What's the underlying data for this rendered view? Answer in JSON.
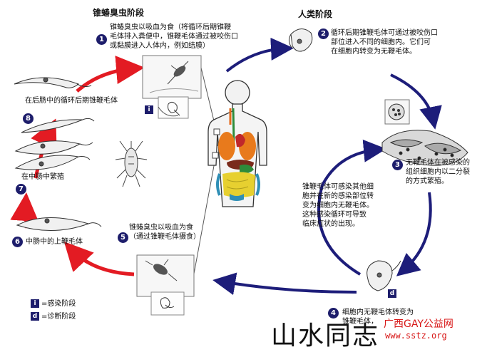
{
  "headers": {
    "bug_stages": "锥蝽臭虫阶段",
    "human_stages": "人类阶段"
  },
  "steps": [
    {
      "num": "1",
      "text": "锥蝽臭虫以吸血为食（将循环后期锥鞭毛体排入粪便中，锥鞭毛体通过被咬伤口或黏膜进入人体内，例如结膜）",
      "lines": [
        "锥蝽臭虫以吸血为食（将循环后期锥鞭",
        "毛体排入粪便中，锥鞭毛体通过被咬伤口",
        "或黏膜进入人体内，例如结膜）"
      ]
    },
    {
      "num": "2",
      "text": "循环后期锥鞭毛体可通过被咬伤口部位进入不同的细胞内。它们可在细胞内转变为无鞭毛体。",
      "lines": [
        "循环后期锥鞭毛体可通过被咬伤口",
        "部位进入不同的细胞内。它们可",
        "在细胞内转变为无鞭毛体。"
      ]
    },
    {
      "num": "3",
      "text": "无鞭毛体在被感染的组织细胞内以二分裂的方式繁殖。",
      "lines": [
        "无鞭毛体在被感染的",
        "组织细胞内以二分裂",
        "的方式繁殖。"
      ]
    },
    {
      "num": "4",
      "text": "细胞内无鞭毛体转变为锥鞭毛体，",
      "lines": [
        "细胞内无鞭毛体转变为",
        "锥鞭毛体，"
      ]
    },
    {
      "num": "5",
      "text": "锥蝽臭虫以吸血为食（通过锥鞭毛体摄食）",
      "lines": [
        "锥蝽臭虫以吸血为食",
        "（通过锥鞭毛体摄食）"
      ]
    },
    {
      "num": "6",
      "text": "中肠中的上鞭毛体",
      "lines": [
        "中肠中的上鞭毛体"
      ]
    },
    {
      "num": "7",
      "text": "在中肠中繁殖",
      "lines": [
        "在中肠中繁殖"
      ]
    },
    {
      "num": "8",
      "text": "在后肠中的循环后期锥鞭毛体",
      "lines": [
        "在后肠中的循环后期锥鞭毛体"
      ]
    }
  ],
  "middle_note": {
    "text": "锥鞭毛体可感染其他细胞并在新的感染部位转变为细胞内无鞭毛体。这种感染循环可导致临床症状的出现。",
    "lines": [
      "锥鞭毛体可感染其他细",
      "胞并在新的感染部位转",
      "变为细胞内无鞭毛体。",
      "这种感染循环可导致",
      "临床症状的出现。"
    ]
  },
  "legend": [
    {
      "marker": "i",
      "label": "=感染阶段"
    },
    {
      "marker": "d",
      "label": "=诊断阶段"
    }
  ],
  "markers": {
    "infective": "i",
    "diagnostic": "d"
  },
  "watermark": {
    "main": "山水同志",
    "site_name": "广西GAY公益网",
    "site_url": "www.sstz.org"
  },
  "colors": {
    "red_arrow": "#e31b23",
    "blue_arrow": "#1d1d7a",
    "badge": "#1d1d6b",
    "watermark_red": "#d81818"
  }
}
